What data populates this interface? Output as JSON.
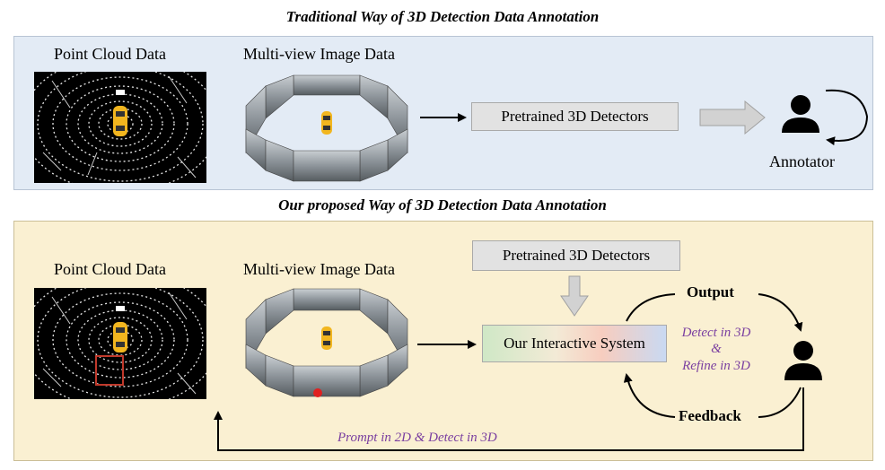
{
  "traditional": {
    "title": "Traditional Way of 3D Detection Data Annotation",
    "point_cloud_label": "Point Cloud Data",
    "multiview_label": "Multi-view Image Data",
    "detector_label": "Pretrained 3D Detectors",
    "annotator_label": "Annotator"
  },
  "proposed": {
    "title": "Our proposed Way of 3D Detection Data Annotation",
    "point_cloud_label": "Point Cloud Data",
    "multiview_label": "Multi-view Image Data",
    "detector_label": "Pretrained 3D Detectors",
    "system_label": "Our Interactive System",
    "output_label": "Output",
    "feedback_label": "Feedback",
    "detect_label": "Detect in 3D",
    "amp_label": "&",
    "refine_label": "Refine in 3D",
    "prompt_label": "Prompt in 2D & Detect in 3D"
  },
  "colors": {
    "top_panel": "#e3ebf5",
    "bottom_panel": "#faf0d2",
    "accent_purple": "#7a3fa0",
    "car": "#f2b61f",
    "highlight_red": "#c0392b"
  },
  "icons": {
    "annotator": "person-icon",
    "cycle": "cycle-arrow-icon"
  }
}
